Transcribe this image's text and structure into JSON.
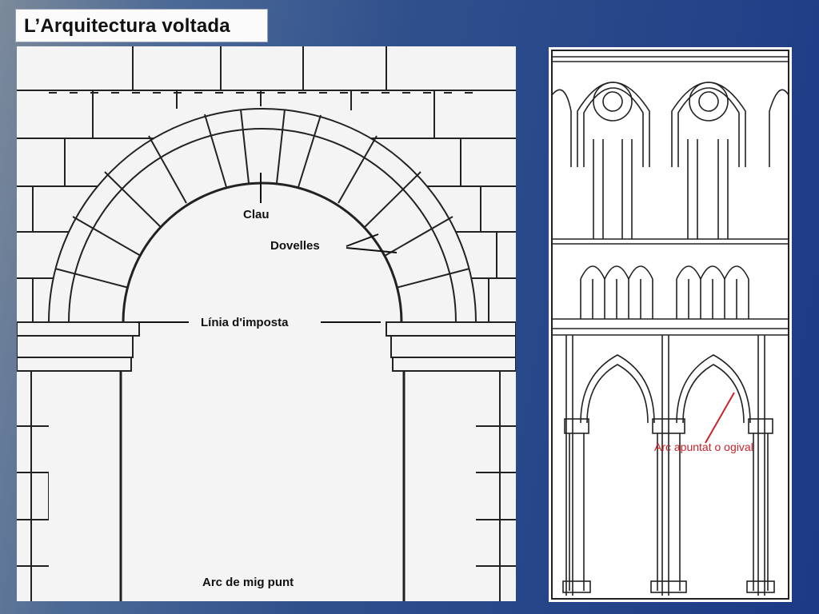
{
  "title": "L’Arquitectura voltada",
  "round_arch": {
    "label_clau": "Clau",
    "label_dovelles": "Dovelles",
    "label_imposta": "Línia d'imposta",
    "caption": "Arc de mig punt"
  },
  "pointed_arch": {
    "label": "Arc apuntat o ogival",
    "label_color": "#c8232c"
  }
}
